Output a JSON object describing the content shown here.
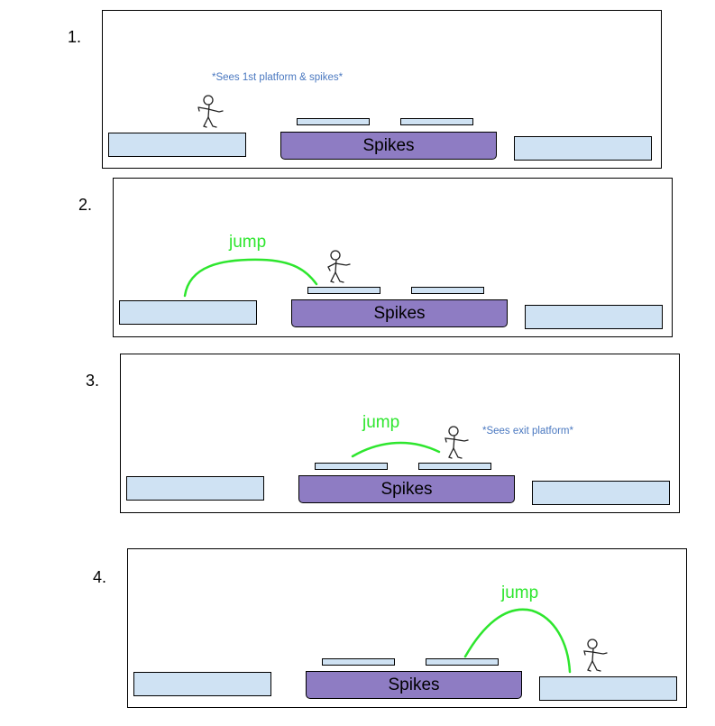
{
  "panels": [
    {
      "number": "1.",
      "note": "*Sees 1st platform & spikes*",
      "spikes_label": "Spikes"
    },
    {
      "number": "2.",
      "jump_label": "jump",
      "spikes_label": "Spikes"
    },
    {
      "number": "3.",
      "jump_label": "jump",
      "note": "*Sees exit platform*",
      "spikes_label": "Spikes"
    },
    {
      "number": "4.",
      "jump_label": "jump",
      "spikes_label": "Spikes"
    }
  ],
  "colors": {
    "platform": "#cfe2f3",
    "spikes": "#8e7cc3",
    "jump_arc": "#2ee62e",
    "note_text": "#4a78c0"
  }
}
